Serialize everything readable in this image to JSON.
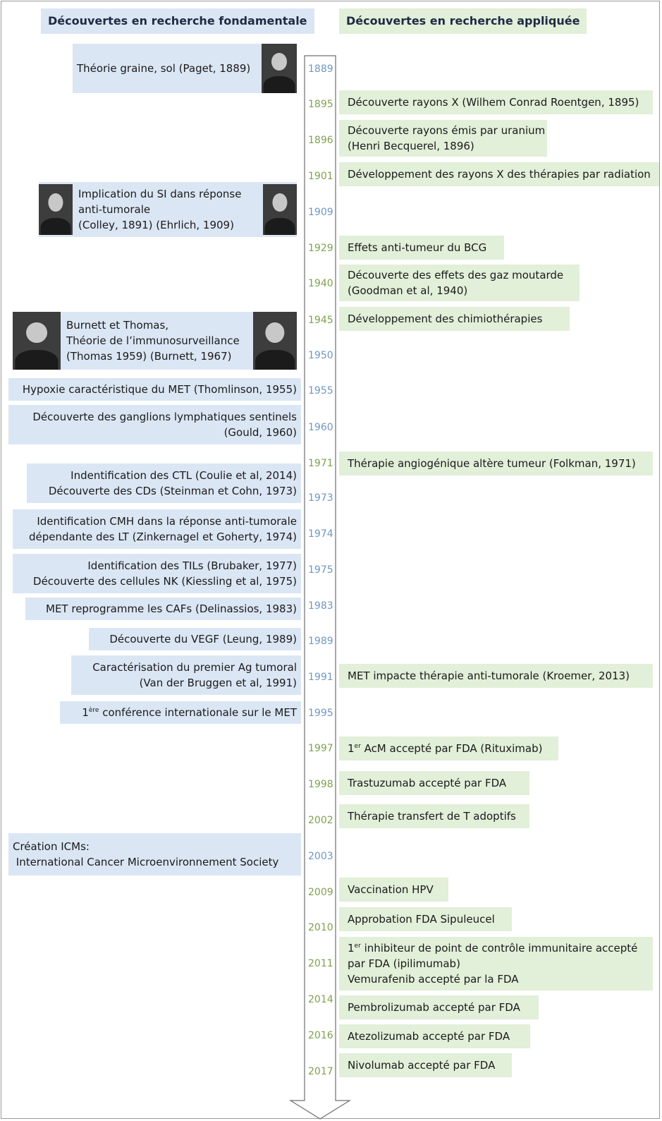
{
  "headers": {
    "left": "Découvertes en recherche fondamentale",
    "right": "Découvertes en recherche appliquée"
  },
  "colors": {
    "blue_box": "#dbe6f4",
    "green_box": "#e2efd9",
    "blue_year": "#6e97c2",
    "green_year": "#7fa14e"
  },
  "years": [
    {
      "label": "1889",
      "color": "blue"
    },
    {
      "label": "1895",
      "color": "green"
    },
    {
      "label": "1896",
      "color": "green"
    },
    {
      "label": "1901",
      "color": "green"
    },
    {
      "label": "1909",
      "color": "blue"
    },
    {
      "label": "1929",
      "color": "green"
    },
    {
      "label": "1940",
      "color": "green"
    },
    {
      "label": "1945",
      "color": "green"
    },
    {
      "label": "1950",
      "color": "blue"
    },
    {
      "label": "1955",
      "color": "blue"
    },
    {
      "label": "1960",
      "color": "blue"
    },
    {
      "label": "1971",
      "color": "green"
    },
    {
      "label": "1973",
      "color": "blue"
    },
    {
      "label": "1974",
      "color": "blue"
    },
    {
      "label": "1975",
      "color": "blue"
    },
    {
      "label": "1983",
      "color": "blue"
    },
    {
      "label": "1989",
      "color": "blue"
    },
    {
      "label": "1991",
      "color": "blue"
    },
    {
      "label": "1995",
      "color": "blue"
    },
    {
      "label": "1997",
      "color": "green"
    },
    {
      "label": "1998",
      "color": "green"
    },
    {
      "label": "2002",
      "color": "green"
    },
    {
      "label": "2003",
      "color": "blue"
    },
    {
      "label": "2009",
      "color": "green"
    },
    {
      "label": "2010",
      "color": "green"
    },
    {
      "label": "2011",
      "color": "green"
    },
    {
      "label": "2014",
      "color": "green"
    },
    {
      "label": "2016",
      "color": "green"
    },
    {
      "label": "2017",
      "color": "green"
    }
  ],
  "fundamental": [
    {
      "lines": [
        "Théorie graine, sol (Paget, 1889)"
      ]
    },
    {
      "lines": [
        "Implication du SI dans réponse",
        "anti-tumorale",
        "(Colley, 1891) (Ehrlich, 1909)"
      ]
    },
    {
      "lines": [
        "Burnett et Thomas,",
        "Théorie de l’immunosurveillance",
        "(Thomas 1959)  (Burnett, 1967)"
      ]
    },
    {
      "lines": [
        "Hypoxie caractéristique du MET (Thomlinson, 1955)"
      ]
    },
    {
      "lines": [
        "Découverte des ganglions lymphatiques sentinels",
        "(Gould, 1960)"
      ]
    },
    {
      "lines": [
        "Indentification des CTL (Coulie et al, 2014)",
        "Découverte des CDs (Steinman et Cohn, 1973)"
      ]
    },
    {
      "lines": [
        "Identification CMH dans la réponse anti-tumorale",
        "dépendante des LT (Zinkernagel et Goherty, 1974)"
      ]
    },
    {
      "lines": [
        "Identification des TILs  (Brubaker, 1977)",
        "Découverte des cellules NK (Kiessling et al, 1975)"
      ]
    },
    {
      "lines": [
        "MET reprogramme les CAFs (Delinassios, 1983)"
      ]
    },
    {
      "lines": [
        "Découverte du VEGF (Leung, 1989)"
      ]
    },
    {
      "lines": [
        "Caractérisation du premier Ag tumoral",
        "(Van der Bruggen et al, 1991)"
      ]
    },
    {
      "lines": [
        "conférence internationale sur le MET"
      ],
      "prefix": "1",
      "sup": "ère"
    },
    {
      "lines": [
        "Création ICMs:",
        " International Cancer Microenvironnement Society"
      ]
    }
  ],
  "applied": [
    {
      "lines": [
        "Découverte rayons X (Wilhem Conrad Roentgen, 1895)"
      ]
    },
    {
      "lines": [
        "Découverte rayons émis par uranium",
        "(Henri Becquerel, 1896)"
      ]
    },
    {
      "lines": [
        "Développement des rayons X des thérapies par radiation"
      ]
    },
    {
      "lines": [
        "Effets anti-tumeur du BCG"
      ]
    },
    {
      "lines": [
        "Découverte des effets des gaz moutarde",
        "(Goodman et al, 1940)"
      ]
    },
    {
      "lines": [
        "Développement des chimiothérapies"
      ]
    },
    {
      "lines": [
        "Thérapie angiogénique altère tumeur (Folkman, 1971)"
      ]
    },
    {
      "lines": [
        "MET impacte thérapie anti-tumorale (Kroemer, 2013)"
      ]
    },
    {
      "lines": [
        " AcM accepté par FDA (Rituximab)"
      ],
      "prefix": "1",
      "sup": "er"
    },
    {
      "lines": [
        "Trastuzumab accepté par FDA"
      ]
    },
    {
      "lines": [
        "Thérapie transfert de T adoptifs"
      ]
    },
    {
      "lines": [
        "Vaccination HPV"
      ]
    },
    {
      "lines": [
        "Approbation FDA Sipuleucel"
      ]
    },
    {
      "lines": [
        " inhibiteur de point de contrôle immunitaire accepté",
        "par FDA (ipilimumab)",
        "Vemurafenib accepté par la FDA"
      ],
      "prefix": "1",
      "sup": "er"
    },
    {
      "lines": [
        "Pembrolizumab accepté par FDA"
      ]
    },
    {
      "lines": [
        "Atezolizumab accepté par FDA"
      ]
    },
    {
      "lines": [
        "Nivolumab accepté par FDA"
      ]
    }
  ]
}
